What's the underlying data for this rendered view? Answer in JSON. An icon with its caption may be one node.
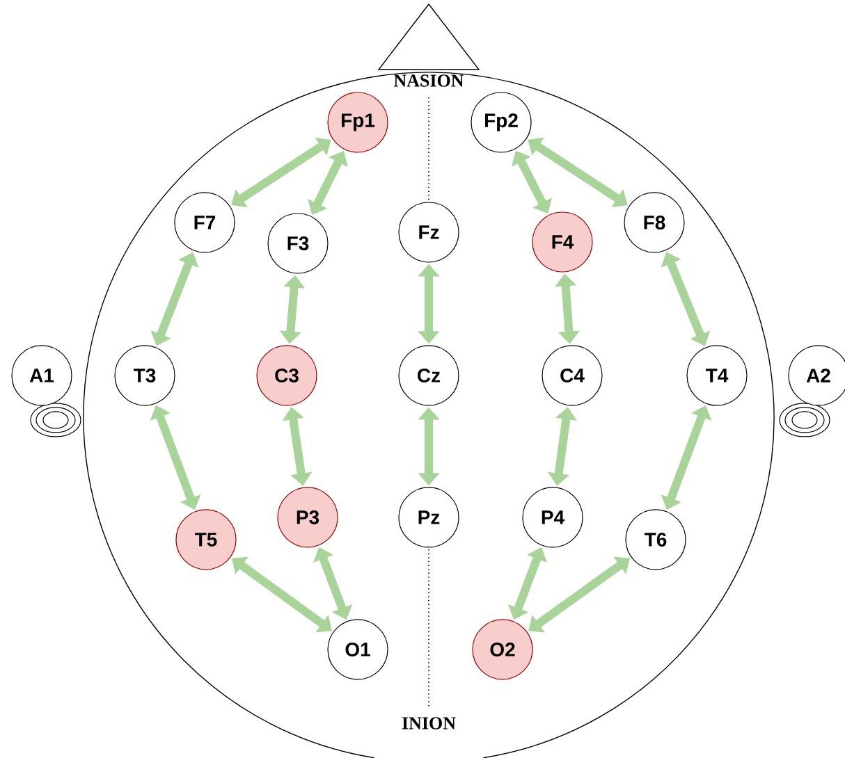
{
  "diagram": {
    "nodes": [
      {
        "text": [
          "Fp1"
        ]
      },
      {
        "text": [
          "Fp2"
        ]
      },
      {
        "text": [
          "F7"
        ]
      },
      {
        "text": [
          "F3"
        ]
      },
      {
        "text": [
          "Fz"
        ]
      },
      {
        "text": [
          "F4"
        ]
      },
      {
        "text": [
          "F8"
        ]
      },
      {
        "text": [
          "A1"
        ]
      },
      {
        "text": [
          "T3"
        ]
      },
      {
        "text": [
          "C3"
        ]
      },
      {
        "text": [
          "Cz"
        ]
      },
      {
        "text": [
          "C4"
        ]
      },
      {
        "text": [
          "T4"
        ]
      },
      {
        "text": [
          "A2"
        ]
      },
      {
        "text": [
          "T5"
        ]
      },
      {
        "text": [
          "P3"
        ]
      },
      {
        "text": [
          "Pz"
        ]
      },
      {
        "text": [
          "P4"
        ]
      },
      {
        "text": [
          "T6"
        ]
      },
      {
        "text": [
          "O1"
        ]
      },
      {
        "text": [
          "O2"
        ]
      }
    ],
    "edges": [
      {
        "from": 0,
        "to": 2,
        "arrow": "both"
      },
      {
        "from": 0,
        "to": 3,
        "arrow": "both"
      },
      {
        "from": 2,
        "to": 8,
        "arrow": "both"
      },
      {
        "from": 3,
        "to": 9,
        "arrow": "both"
      },
      {
        "from": 8,
        "to": 14,
        "arrow": "both"
      },
      {
        "from": 9,
        "to": 15,
        "arrow": "both"
      },
      {
        "from": 14,
        "to": 19,
        "arrow": "both"
      },
      {
        "from": 15,
        "to": 19,
        "arrow": "both"
      },
      {
        "from": 4,
        "to": 10,
        "arrow": "both"
      },
      {
        "from": 10,
        "to": 16,
        "arrow": "both"
      },
      {
        "from": 1,
        "to": 5,
        "arrow": "both"
      },
      {
        "from": 1,
        "to": 6,
        "arrow": "both"
      },
      {
        "from": 5,
        "to": 11,
        "arrow": "both"
      },
      {
        "from": 6,
        "to": 12,
        "arrow": "both"
      },
      {
        "from": 11,
        "to": 17,
        "arrow": "both"
      },
      {
        "from": 12,
        "to": 18,
        "arrow": "both"
      },
      {
        "from": 17,
        "to": 20,
        "arrow": "both"
      },
      {
        "from": 18,
        "to": 20,
        "arrow": "both"
      }
    ],
    "labels": [
      "NASION",
      "INION"
    ]
  }
}
